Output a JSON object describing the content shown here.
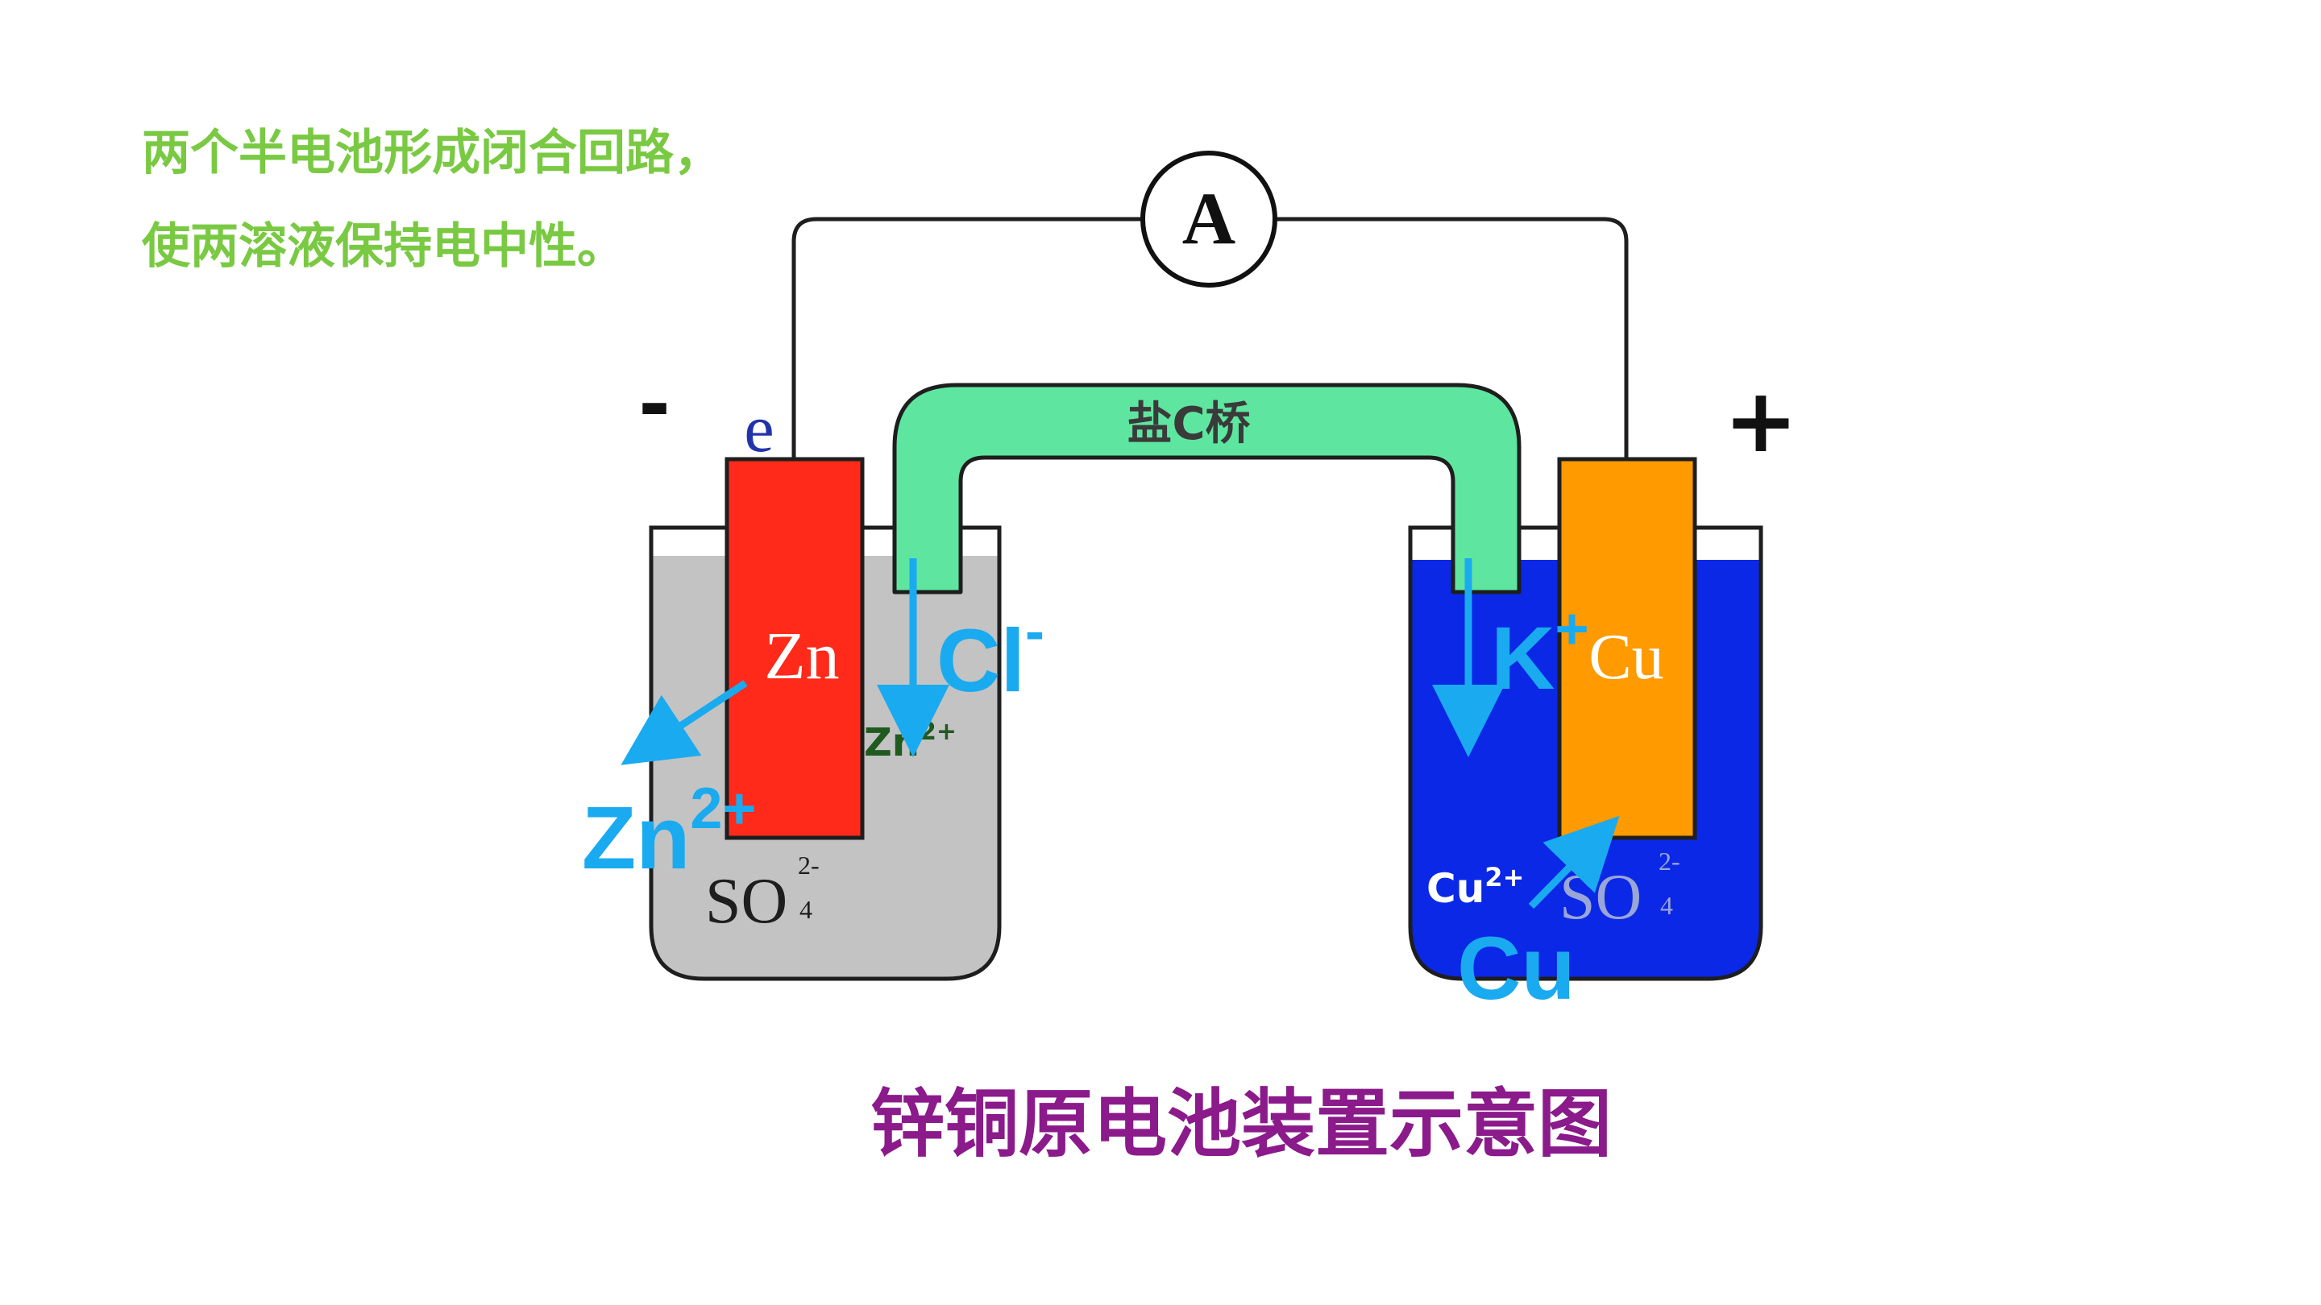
{
  "notes": {
    "line1": "两个半电池形成闭合回路，",
    "line2": "使两溶液保持电中性。"
  },
  "caption": "锌铜原电池装置示意图",
  "meter": {
    "symbol": "A"
  },
  "terminals": {
    "negative": "-",
    "positive": "+",
    "electron": "e"
  },
  "salt_bridge": {
    "label": "盐C桥"
  },
  "left_cell": {
    "electrode": "Zn",
    "ion_inner": {
      "base": "Zn",
      "sup": "2+"
    },
    "ion_outer": {
      "base": "Zn",
      "sup": "2+"
    },
    "anion": {
      "base": "SO",
      "sub": "4",
      "sup": "2-"
    },
    "bridge_ion": {
      "base": "Cl",
      "sup": "-"
    }
  },
  "right_cell": {
    "electrode": "Cu",
    "ion_inner": {
      "base": "Cu",
      "sup": "2+"
    },
    "anion": {
      "base": "SO",
      "sub": "4",
      "sup": "2-"
    },
    "bridge_ion": {
      "base": "K",
      "sup": "+"
    },
    "deposit": "Cu"
  },
  "colors": {
    "note": "#7ac943",
    "caption": "#8b1a8b",
    "zinc": "#ff2a1a",
    "copper": "#ff9a00",
    "znso4_solution": "#c3c3c3",
    "cuso4_solution": "#0a28e6",
    "salt_bridge": "#5ee6a0",
    "annotation": "#1aaaf0"
  }
}
